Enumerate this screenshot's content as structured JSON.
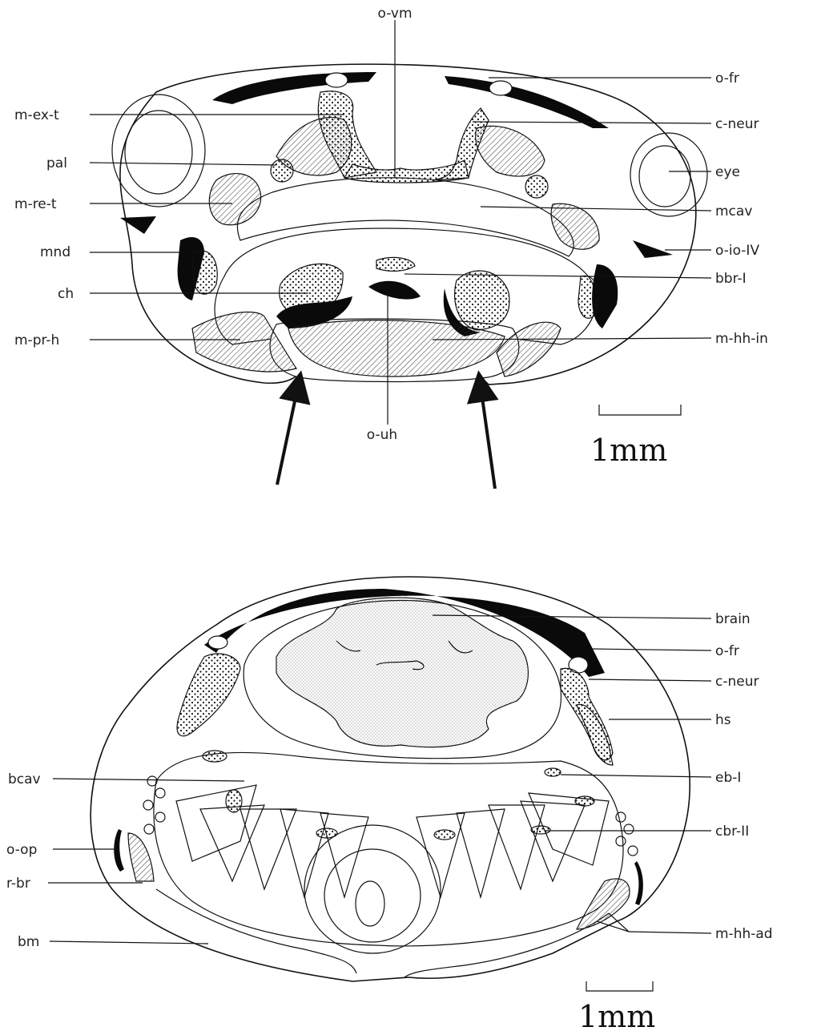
{
  "top_section": {
    "labels": {
      "o_vm": "o-vm",
      "o_fr": "o-fr",
      "m_ex_t": "m-ex-t",
      "c_neur": "c-neur",
      "pal": "pal",
      "eye": "eye",
      "m_re_t": "m-re-t",
      "mcav": "mcav",
      "mnd": "mnd",
      "o_io_iv": "o-io-IV",
      "ch": "ch",
      "bbr_i": "bbr-I",
      "m_pr_h": "m-pr-h",
      "m_hh_in": "m-hh-in",
      "o_uh": "o-uh"
    },
    "scale_label": "1mm"
  },
  "bottom_section": {
    "labels": {
      "brain": "brain",
      "o_fr": "o-fr",
      "c_neur": "c-neur",
      "hs": "hs",
      "bcav": "bcav",
      "eb_i": "eb-I",
      "cbr_ii": "cbr-II",
      "o_op": "o-op",
      "r_br": "r-br",
      "bm": "bm",
      "m_hh_ad": "m-hh-ad"
    },
    "scale_label": "1mm"
  }
}
